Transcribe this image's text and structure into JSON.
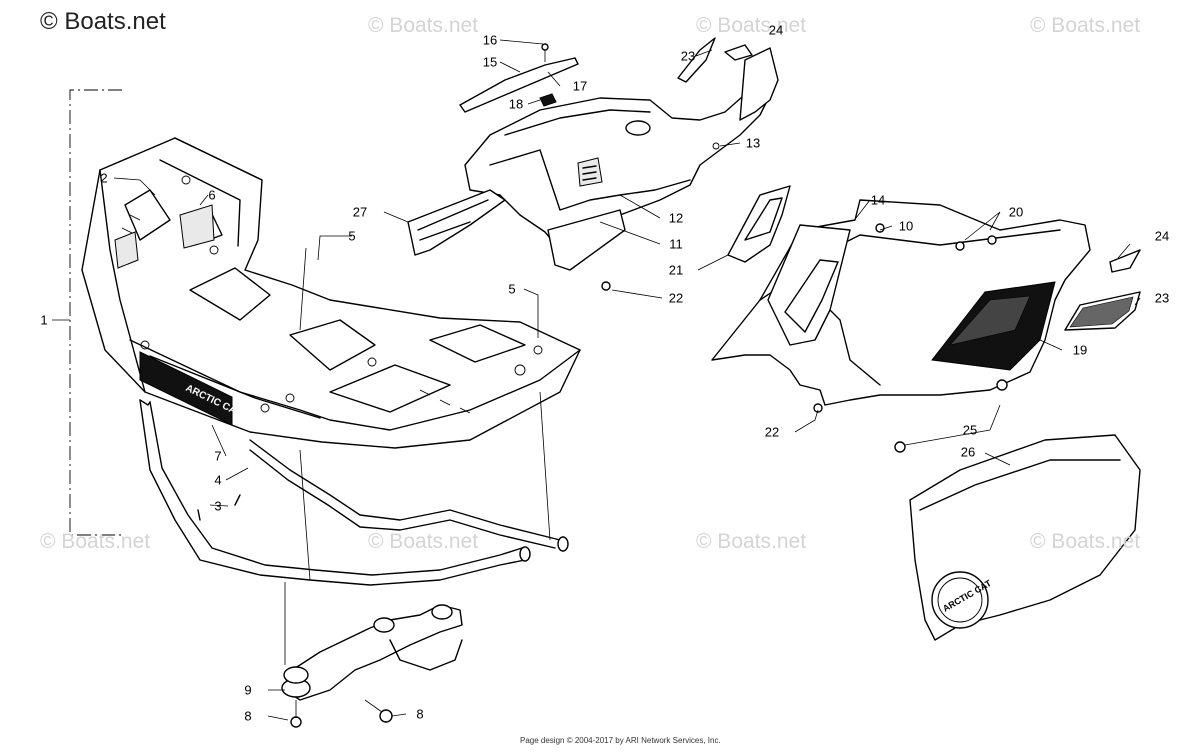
{
  "watermarks": {
    "main": "© Boats.net",
    "repeat": "© Boats.net"
  },
  "footer": "Page design © 2004-2017 by ARI Network Services, Inc.",
  "decals": {
    "rack_logo": "ARCTIC CAT",
    "panel_logo": "ARCTIC CAT"
  },
  "callouts": [
    "1",
    "2",
    "3",
    "4",
    "5",
    "5",
    "6",
    "7",
    "8",
    "8",
    "9",
    "10",
    "11",
    "12",
    "13",
    "14",
    "15",
    "16",
    "17",
    "18",
    "19",
    "20",
    "21",
    "22",
    "22",
    "23",
    "23",
    "24",
    "24",
    "25",
    "26",
    "27"
  ]
}
